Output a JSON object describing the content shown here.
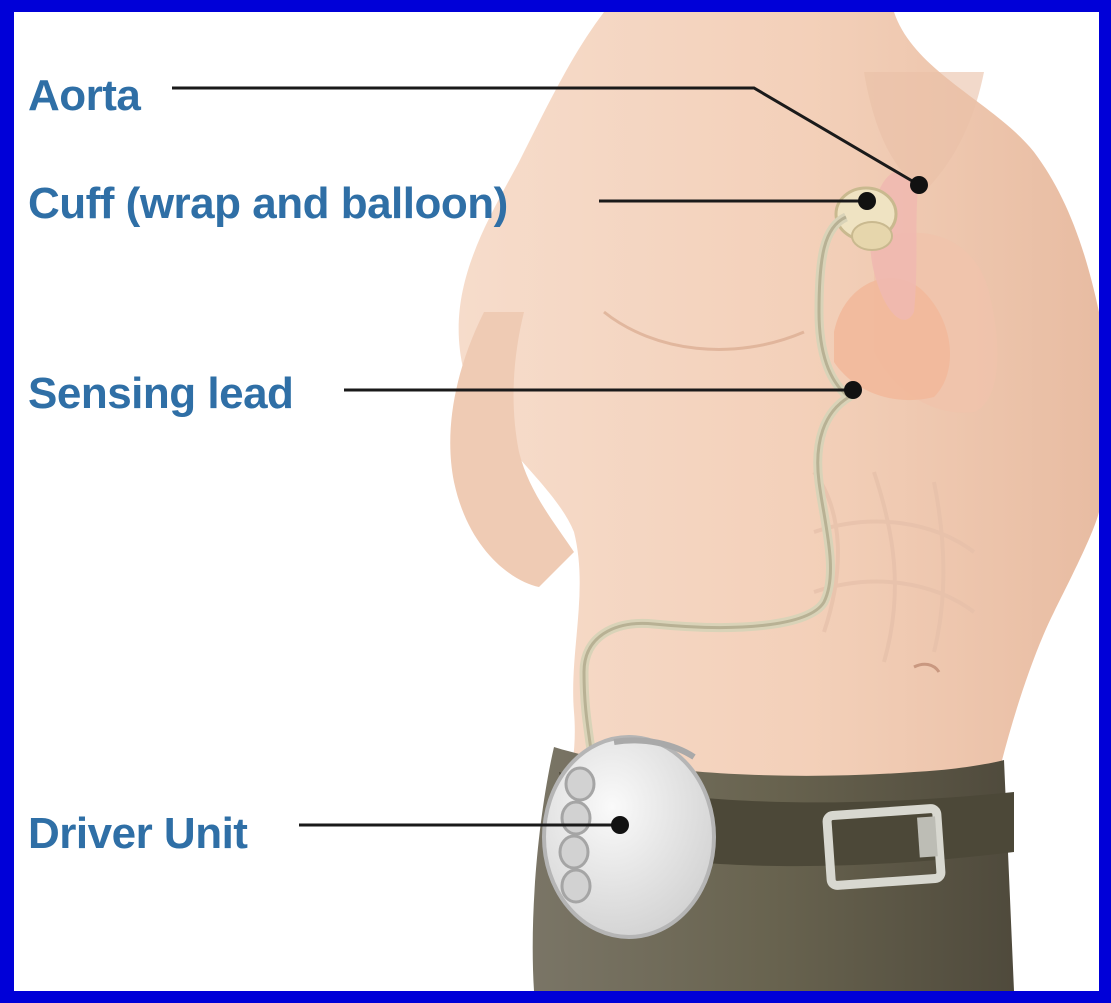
{
  "labels": {
    "aorta": "Aorta",
    "cuff": "Cuff (wrap and balloon)",
    "sensing_lead": "Sensing lead",
    "driver_unit": "Driver Unit"
  },
  "colors": {
    "frame": "#0000d8",
    "label_text": "#2f6fa6",
    "skin": "#f3d2bd",
    "pants": "#6b6656",
    "device": "#e8e8e8",
    "leader_line": "#1a1a1a"
  }
}
